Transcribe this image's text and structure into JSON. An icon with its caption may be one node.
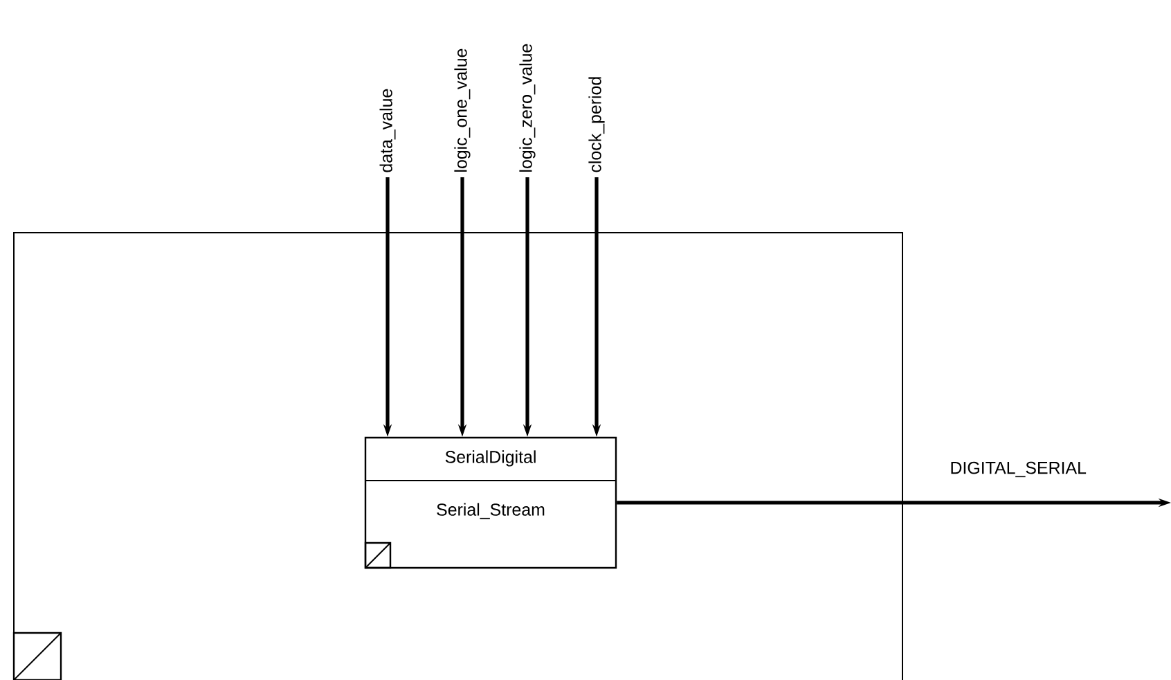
{
  "diagram": {
    "nodes": [
      {
        "text": [],
        "shape": "box"
      },
      {
        "text": [
          "SerialDigital",
          "Serial_Stream"
        ],
        "in": 0
      },
      {
        "text": [
          "data_value"
        ]
      },
      {
        "text": [
          "logic_one_value"
        ]
      },
      {
        "text": [
          "logic_zero_value"
        ]
      },
      {
        "text": [
          "clock_period"
        ]
      }
    ],
    "edges": [
      {
        "from": 2,
        "to": 1,
        "arrow": "to"
      },
      {
        "from": 3,
        "to": 1,
        "arrow": "to"
      },
      {
        "from": 4,
        "to": 1,
        "arrow": "to"
      },
      {
        "from": 5,
        "to": 1,
        "arrow": "to"
      },
      {
        "from": 1,
        "to": null,
        "arrow": "to",
        "label": "DIGITAL_SERIAL"
      }
    ]
  }
}
